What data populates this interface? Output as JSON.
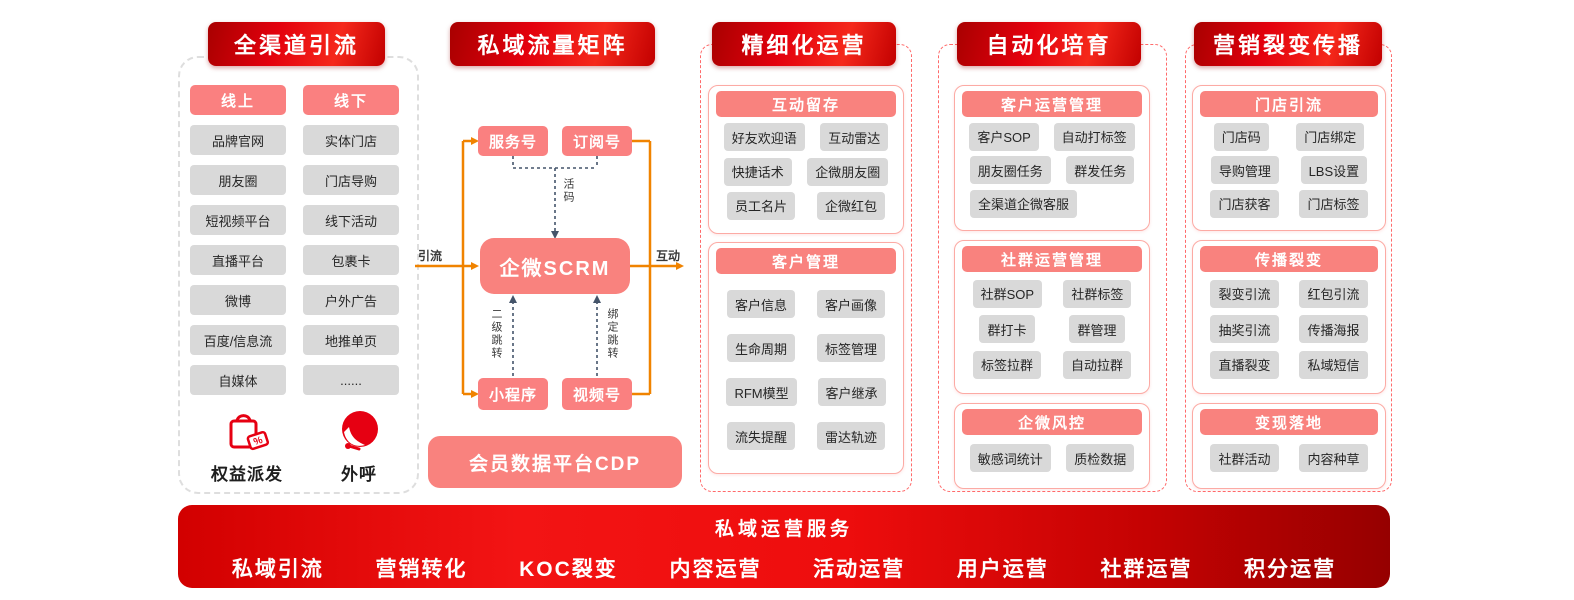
{
  "colors": {
    "banner_red": "#e3000d",
    "salmon": "#f9827e",
    "pink_box": "#fa8080",
    "gray_box": "#d9d9d9",
    "orange_line": "#f08300",
    "dashed_blue": "#44546a",
    "red_dashed_border": "#ff6a6a"
  },
  "col1": {
    "header": "全渠道引流",
    "online": {
      "label": "线上",
      "items": [
        "品牌官网",
        "朋友圈",
        "短视频平台",
        "直播平台",
        "微博",
        "百度/信息流",
        "自媒体"
      ]
    },
    "offline": {
      "label": "线下",
      "items": [
        "实体门店",
        "门店导购",
        "线下活动",
        "包裹卡",
        "户外广告",
        "地推单页",
        "......"
      ]
    },
    "footer": {
      "benefit_label": "权益派发",
      "outbound_label": "外呼"
    }
  },
  "col2": {
    "header": "私域流量矩阵",
    "service_account": "服务号",
    "subscription_account": "订阅号",
    "scrm": "企微SCRM",
    "mini_program": "小程序",
    "video_account": "视频号",
    "cdp": "会员数据平台CDP",
    "labels": {
      "traffic_in": "引流",
      "interaction": "互动",
      "live_code": "活码",
      "second_jump": "二级跳转",
      "bind_jump": "绑定跳转"
    }
  },
  "col3": {
    "header": "精细化运营",
    "cards": [
      {
        "title": "互动留存",
        "items": [
          "好友欢迎语",
          "互动雷达",
          "快捷话术",
          "企微朋友圈",
          "员工名片",
          "企微红包"
        ]
      },
      {
        "title": "客户管理",
        "items": [
          "客户信息",
          "客户画像",
          "生命周期",
          "标签管理",
          "RFM模型",
          "客户继承",
          "流失提醒",
          "雷达轨迹"
        ]
      }
    ]
  },
  "col4": {
    "header": "自动化培育",
    "cards": [
      {
        "title": "客户运营管理",
        "items": [
          "客户SOP",
          "自动打标签",
          "朋友圈任务",
          "群发任务",
          "全渠道企微客服"
        ]
      },
      {
        "title": "社群运营管理",
        "items": [
          "社群SOP",
          "社群标签",
          "群打卡",
          "群管理",
          "标签拉群",
          "自动拉群"
        ]
      },
      {
        "title": "企微风控",
        "items": [
          "敏感词统计",
          "质检数据"
        ]
      }
    ]
  },
  "col5": {
    "header": "营销裂变传播",
    "cards": [
      {
        "title": "门店引流",
        "items": [
          "门店码",
          "门店绑定",
          "导购管理",
          "LBS设置",
          "门店获客",
          "门店标签"
        ]
      },
      {
        "title": "传播裂变",
        "items": [
          "裂变引流",
          "红包引流",
          "抽奖引流",
          "传播海报",
          "直播裂变",
          "私域短信"
        ]
      },
      {
        "title": "变现落地",
        "items": [
          "社群活动",
          "内容种草"
        ]
      }
    ]
  },
  "bottom": {
    "title": "私域运营服务",
    "items": [
      "私域引流",
      "营销转化",
      "KOC裂变",
      "内容运营",
      "活动运营",
      "用户运营",
      "社群运营",
      "积分运营"
    ]
  }
}
